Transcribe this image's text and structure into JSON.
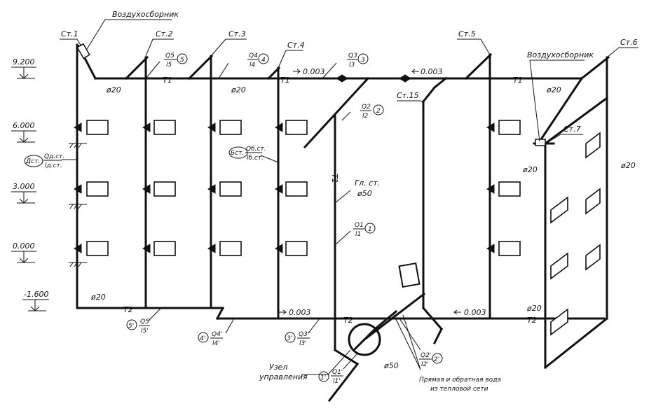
{
  "title": "",
  "colors": {
    "line": "#111111",
    "background": "#ffffff"
  },
  "labels": {
    "air_collector_1": "Воздухосборник",
    "air_collector_2": "Воздухосборник",
    "riser_1": "Ст.1",
    "riser_2": "Ст.2",
    "riser_3": "Ст.3",
    "riser_4": "Ст.4",
    "riser_5": "Ст.5",
    "riser_6": "Ст.6",
    "riser_7": "Ст.7",
    "riser_15": "Ст.15",
    "main_riser": "Гл. ст.",
    "main_riser_diam": "ø50",
    "control_unit_1": "Узел",
    "control_unit_2": "управления",
    "heat_network_1": "Прямая и обратная вода",
    "heat_network_2": "из тепловой сети",
    "supply_line": "T1",
    "return_line": "T2",
    "slope": "0.003",
    "d20": "ø20",
    "d50": "ø50"
  },
  "elevations": [
    "9.200",
    "6.000",
    "3.000",
    "0.000",
    "-1.600"
  ],
  "flow_marks": {
    "q5": "Q5",
    "l5": "l5",
    "n5": "5",
    "q4": "Q4",
    "l4": "l4",
    "n4": "4",
    "q3": "Q3",
    "l3": "l3",
    "n3": "3",
    "q2": "Q2",
    "l2": "l2",
    "n2": "2",
    "q1": "Q1",
    "l1": "l1",
    "n1": "1",
    "q5r": "Q5'",
    "l5r": "l5'",
    "n5r": "5'",
    "q4r": "Q4'",
    "l4r": "l4'",
    "n4r": "4'",
    "q3r": "Q3'",
    "l3r": "l3'",
    "n3r": "3'",
    "q2r": "Q2'",
    "l2r": "l2'",
    "n2r": "2'",
    "q1r": "Q1'",
    "l1r": "l1'",
    "n1r": "1'",
    "dst": "Дст.",
    "qdst": "Qд.ст.",
    "ldst": "lд.ст.",
    "bst": "Бст.",
    "qbst": "Qб.ст.",
    "lbst": "lб.ст."
  }
}
